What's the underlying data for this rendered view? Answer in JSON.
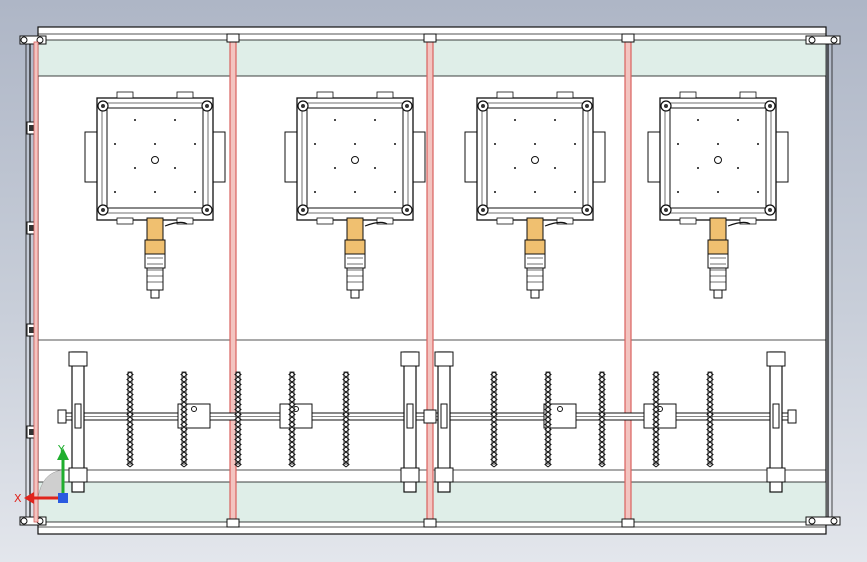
{
  "colors": {
    "background_top": "#aeb6c6",
    "background_bottom": "#e3e6ec",
    "frame_line": "#111111",
    "rail_red": "#d9615e",
    "rail_fill": "#f3c4c0",
    "coupling": "#f0c070",
    "panel_teal": "#dfeee8",
    "axis_x": "#e0241c",
    "axis_y": "#1fae2e",
    "axis_z": "#2a5ae0"
  },
  "triad": {
    "x_label": "X",
    "y_label": "Y"
  },
  "units": {
    "table_count": 4,
    "rail_count": 3,
    "shaft_count": 2
  }
}
